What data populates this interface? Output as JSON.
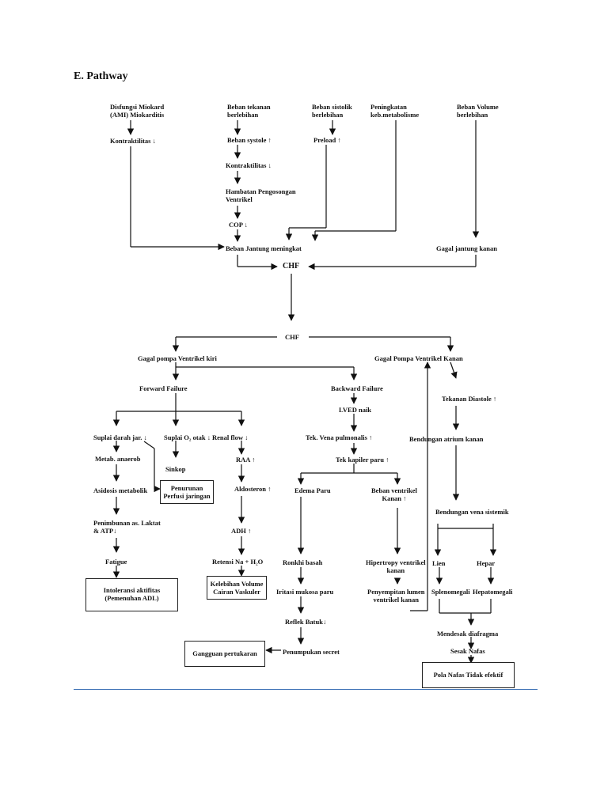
{
  "heading": "E. Pathway",
  "causes": {
    "disfungsi": "Disfungsi Miokard\n(AMI) Miokarditis",
    "beban_tekanan": "Beban tekanan\nberlebihan",
    "beban_sistolik": "Beban sistolik\nberlebihan",
    "peningkatan_metab": "Peningkatan\nkeb.metabolisme",
    "beban_volume": "Beban Volume\nberlebihan"
  },
  "upper": {
    "kontraktilitas_a": "Kontraktilitas",
    "beban_systole": "Beban systole",
    "preload": "Preload",
    "kontraktilitas_b": "Kontraktilitas",
    "hambatan": "Hambatan Pengosongan\nVentrikel",
    "cop": "COP",
    "beban_jantung": "Beban Jantung meningkat",
    "gagal_kanan": "Gagal jantung kanan",
    "chf1": "CHF",
    "chf2": "CHF"
  },
  "left": {
    "gagal_kiri": "Gagal pompa Ventrikel kiri",
    "forward": "Forward Failure",
    "suplai_darah": "Suplai darah jar.",
    "suplai_o2": "Suplai O₂ otak",
    "renal_flow": "Renal flow",
    "metab": "Metab. anaerob",
    "sinkop": "Sinkop",
    "raa": "RAA",
    "asidosis": "Asidosis metabolik",
    "penurunan_perfusi": "Penurunan\nPerfusi jaringan",
    "aldosteron": "Aldosteron",
    "penimbunan": "Penimbunan as. Laktat\n& ATP",
    "adh": "ADH",
    "fatigue": "Fatigue",
    "retensi": "Retensi Na + H₂O",
    "intoleransi": "Intoleransi aktifitas\n(Pemenuhan ADL)",
    "kelebihan_volume": "Kelebihan Volume\nCairan Vaskuler"
  },
  "middle": {
    "backward": "Backward Failure",
    "lved": "LVED naik",
    "tek_vena": "Tek. Vena pulmonalis",
    "tek_kapiler": "Tek kapiler paru",
    "edema": "Edema Paru",
    "beban_ventrikel": "Beban ventrikel\nKanan",
    "ronkhi": "Ronkhi basah",
    "hipertropy": "Hipertropy ventrikel\nkanan",
    "iritasi": "Iritasi mukosa paru",
    "penyempitan": "Penyempitan lumen\nventrikel kanan",
    "reflek": "Reflek Batuk",
    "penumpukan": "Penumpukan secret",
    "gangguan": "Gangguan pertukaran"
  },
  "right": {
    "gagal_pompa_kanan": "Gagal Pompa Ventrikel Kanan",
    "tekanan_diastole": "Tekanan Diastole",
    "bendungan_atrium": "Bendungan atrium kanan",
    "bendungan_vena": "Bendungan vena sistemik",
    "lien": "Lien",
    "hepar": "Hepar",
    "splenomegali": "Splenomegali",
    "hepatomegali": "Hepatomegali",
    "mendesak": "Mendesak diafragma",
    "sesak": "Sesak Nafas",
    "pola_nafas": "Pola Nafas Tidak efektif"
  },
  "symbols": {
    "up": "↑",
    "down": "↓"
  },
  "colors": {
    "line": "#111111",
    "rule": "#3a6fb5"
  }
}
